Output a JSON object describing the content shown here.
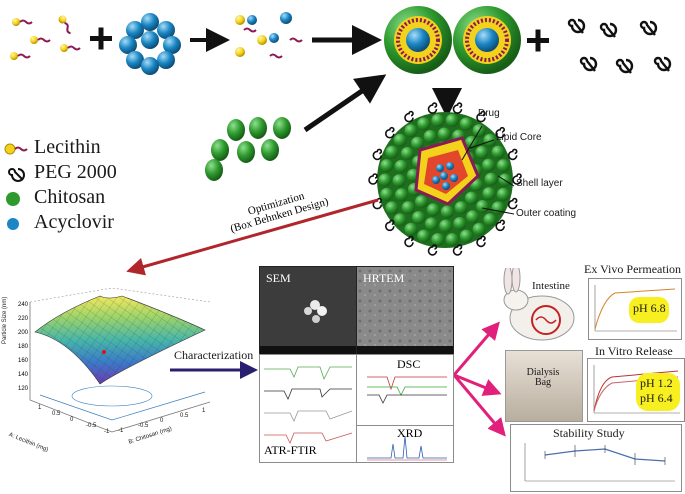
{
  "legend": {
    "items": [
      {
        "label": "Lecithin",
        "icon": "lecithin-icon"
      },
      {
        "label": "PEG 2000",
        "icon": "peg-icon"
      },
      {
        "label": "Chitosan",
        "icon": "chitosan-icon"
      },
      {
        "label": "Acyclovir",
        "icon": "acyclovir-icon"
      }
    ]
  },
  "nanoparticle": {
    "labels": {
      "drug": "Drug",
      "lipid_core": "Lipid Core",
      "shell_layer": "Shell layer",
      "outer_coating": "Outer coating"
    }
  },
  "optimization": {
    "line1": "Optimization",
    "line2": "(Box Behnken Design)"
  },
  "surface_plot": {
    "z_axis_label": "Particle Size (nm)",
    "x_axis_label": "A: Lecithin (mg)",
    "y_axis_label": "B: Chitosan (mg)",
    "z_ticks": [
      "240",
      "220",
      "200",
      "180",
      "160",
      "140",
      "120"
    ],
    "x_ticks": [
      "1",
      "0.5",
      "0",
      "-0.5",
      "-1"
    ],
    "y_ticks": [
      "-1",
      "-0.5",
      "0",
      "0.5",
      "1"
    ]
  },
  "characterization": {
    "label": "Characterization",
    "sem": "SEM",
    "hrtem": "HRTEM",
    "dsc": "DSC",
    "xrd": "XRD",
    "atr_ftir": "ATR-FTIR"
  },
  "outcomes": {
    "ex_vivo": {
      "title": "Ex Vivo Permeation",
      "ph": "pH 6.8",
      "organ": "Intestine"
    },
    "in_vitro": {
      "title": "In Vitro Release",
      "ph1": "pH 1.2",
      "ph2": "pH 6.4",
      "bag": "Dialysis Bag"
    },
    "stability": {
      "title": "Stability Study"
    }
  },
  "colors": {
    "lecithin_head": "#f3d21b",
    "lecithin_tail": "#8b1a55",
    "chitosan": "#2e9a2e",
    "acyclovir": "#1a86c4",
    "peg": "#111111",
    "optimization_arrow": "#b0262b",
    "characterization_arrow": "#2a1f6e",
    "outcome_arrow": "#e0207a",
    "ph_badge": "#f7ef1f"
  }
}
